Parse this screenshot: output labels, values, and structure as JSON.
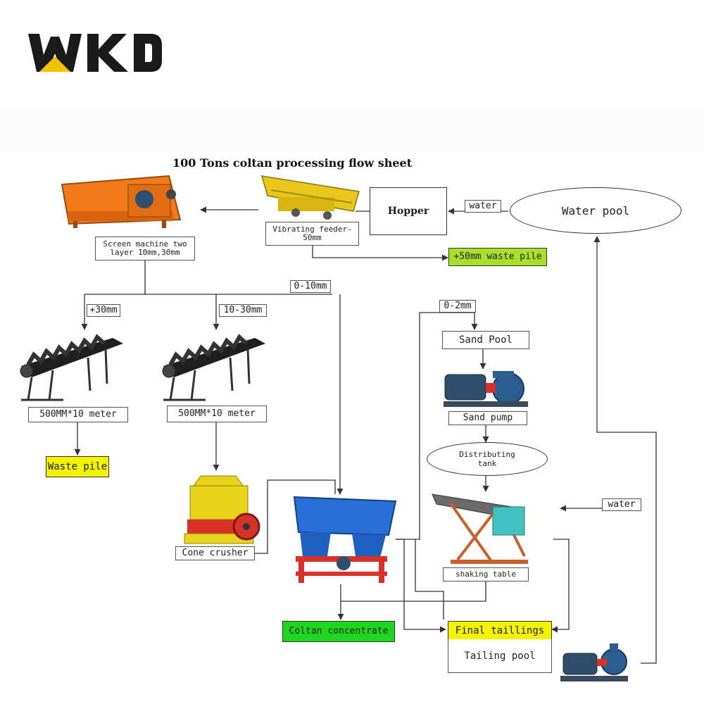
{
  "brand": {
    "logo_text": "WKD",
    "colors": {
      "logo": "#1a1a1a",
      "accent": "#f2c200"
    }
  },
  "title": "100 Tons coltan processing flow sheet",
  "nodes": {
    "screen_machine": "Screen machine two layer 10mm,30mm",
    "vibrating_feeder": "Vibrating feeder-50mm",
    "hopper": "Hopper",
    "water_pool": "Water pool",
    "waste_pile_50": "+50mm waste pile",
    "size_0_10": "0-10mm",
    "size_30": "+30mm",
    "size_10_30": "10-30mm",
    "size_0_2": "0-2mm",
    "sand_pool": "Sand Pool",
    "conveyor_1": "500MM*10 meter",
    "conveyor_2": "500MM*10 meter",
    "sand_pump": "Sand pump",
    "distributing_tank": "Distributing tank",
    "waste_pile": "Waste pile",
    "cone_crusher": "Cone crusher",
    "water_top": "water",
    "water_right": "water",
    "shaking_table": "shaking table",
    "coltan_concentrate": "Coltan concentrate",
    "final_tailings": "Final taillings",
    "tailing_pool": "Tailing pool"
  },
  "equipment_colors": {
    "screen": "#f07a1c",
    "feeder": "#e8c61a",
    "conveyor": "#1f1f1f",
    "crusher": "#e8d21a",
    "jig": "#2a6fd8",
    "jig_frame": "#d6322a",
    "table": "#7a5a2a",
    "pump": "#2c5d8f",
    "motor": "#2f4e6b"
  }
}
